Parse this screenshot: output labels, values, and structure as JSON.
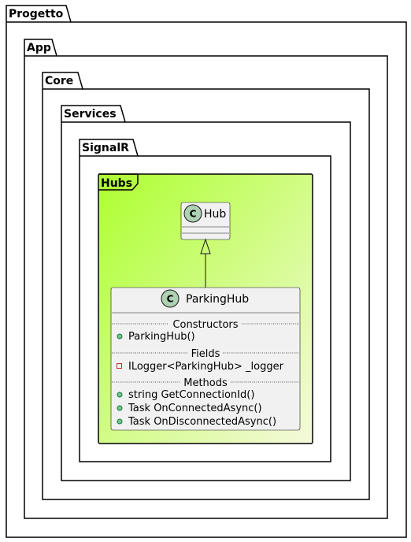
{
  "packages": [
    {
      "name": "Progetto"
    },
    {
      "name": "App"
    },
    {
      "name": "Core"
    },
    {
      "name": "Services"
    },
    {
      "name": "SignalR"
    }
  ],
  "frame": {
    "name": "Hubs"
  },
  "classes": {
    "hub": {
      "stereotype_glyph": "C",
      "name": "Hub"
    },
    "parking_hub": {
      "stereotype_glyph": "C",
      "name": "ParkingHub",
      "sections": [
        {
          "label": "Constructors",
          "members": [
            {
              "visibility": "+",
              "text": "ParkingHub()"
            }
          ]
        },
        {
          "label": "Fields",
          "members": [
            {
              "visibility": "-",
              "text": "ILogger<ParkingHub> _logger"
            }
          ]
        },
        {
          "label": "Methods",
          "members": [
            {
              "visibility": "+",
              "text": "string GetConnectionId()"
            },
            {
              "visibility": "+",
              "text": "Task OnConnectedAsync()"
            },
            {
              "visibility": "+",
              "text": "Task OnDisconnectedAsync()"
            }
          ]
        }
      ]
    }
  },
  "colors": {
    "frame_gradient_start": "#ADFF2F",
    "frame_gradient_end": "#F5F9DC",
    "class_fill": "#F1F1F1",
    "class_border": "#181818",
    "circle_fill": "#ADD1B2",
    "public_dot": "#84BE84",
    "private_square": "#C82930"
  }
}
